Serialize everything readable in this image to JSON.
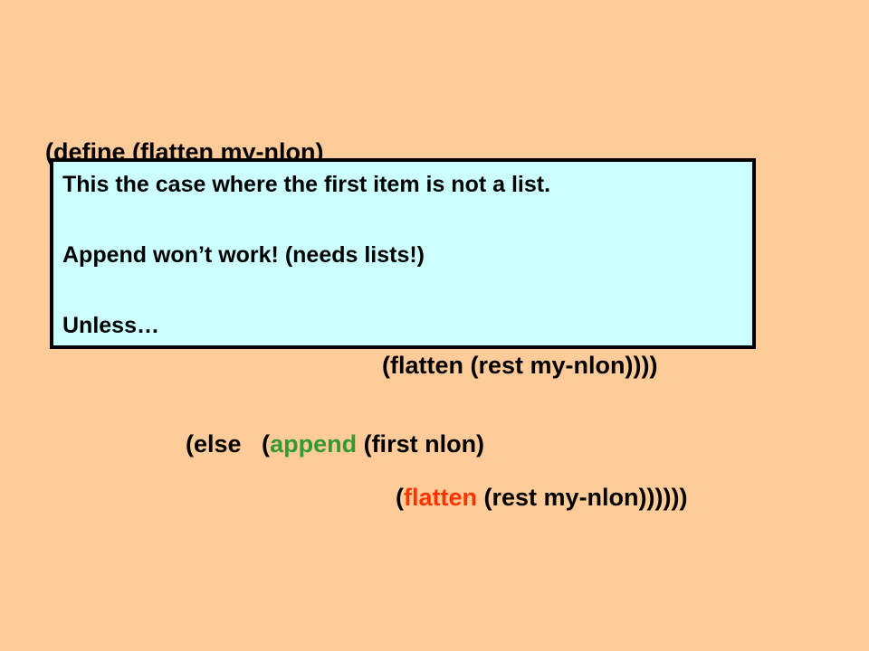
{
  "code": {
    "line1": "(define (flatten my-nlon)",
    "line2": "(flatten (rest my-nlon))))",
    "line3": {
      "pre": "(else   (",
      "kw": "append",
      "post": " (first nlon)"
    },
    "line4": {
      "pre": "(",
      "kw": "flatten",
      "post": " (rest my-nlon))))))"
    }
  },
  "callout": {
    "line1": "This the case where the first item is not a list.",
    "line2": "Append won’t work! (needs lists!)",
    "line3": "Unless…"
  },
  "colors": {
    "background": "#ffcc99",
    "callout_bg": "#ccffff",
    "append_keyword": "#339933",
    "flatten_keyword": "#ff3300"
  }
}
